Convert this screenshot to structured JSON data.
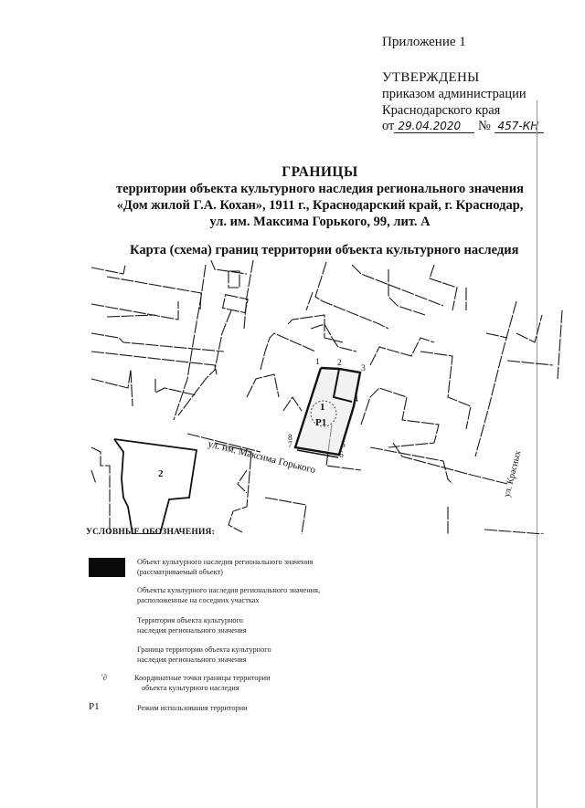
{
  "header": {
    "appendix": "Приложение 1",
    "approved": "УТВЕРЖДЕНЫ",
    "order_line1": "приказом администрации",
    "order_line2": "Краснодарского края",
    "order_from_prefix": "от",
    "order_date": "29.04.2020",
    "order_number_prefix": "№",
    "order_number": "457-КН"
  },
  "title": {
    "main": "ГРАНИЦЫ",
    "line1": "территории объекта культурного наследия регионального значения",
    "line2": "«Дом жилой Г.А. Кохан», 1911 г., Краснодарский край, г. Краснодар,",
    "line3": "ул. им. Максима Горького, 99, лит. А"
  },
  "map": {
    "caption": "Карта (схема) границ территории объекта культурного наследия",
    "street_gorkogo": "ул. им. Максима Горького",
    "street_krasnykh": "ул. Красных",
    "object_number": "1",
    "regime_label": "P1",
    "neighbor_number": "2",
    "boundary_points": [
      "1",
      "2",
      "3",
      "4",
      "5",
      "6",
      "7",
      "8"
    ]
  },
  "legend": {
    "title": "УСЛОВНЫЕ ОБОЗНАЧЕНИЯ:",
    "items": [
      {
        "symbol": "black-fill",
        "line1": "Объект культурного наследия регионального значения",
        "line2": "(рассматриваемый объект)"
      },
      {
        "symbol": "",
        "line1": "Объекты культурного наследия регионального значения,",
        "line2": "расположенные на соседних участках"
      },
      {
        "symbol": "",
        "line1": "Территория объекта культурного",
        "line2": "наследия регионального значения"
      },
      {
        "symbol": "",
        "line1": "Граница территории объекта культурного",
        "line2": "наследия регионального значения"
      },
      {
        "symbol": "'∂",
        "line1": "Координатные точки границы территории",
        "line2": "объекта культурного наследия"
      },
      {
        "symbol": "P1",
        "line1": "Режим использования территории",
        "line2": ""
      }
    ]
  },
  "colors": {
    "ink": "#111111",
    "swatch": "#0a0a0a",
    "map_line": "#1a1a1a"
  }
}
